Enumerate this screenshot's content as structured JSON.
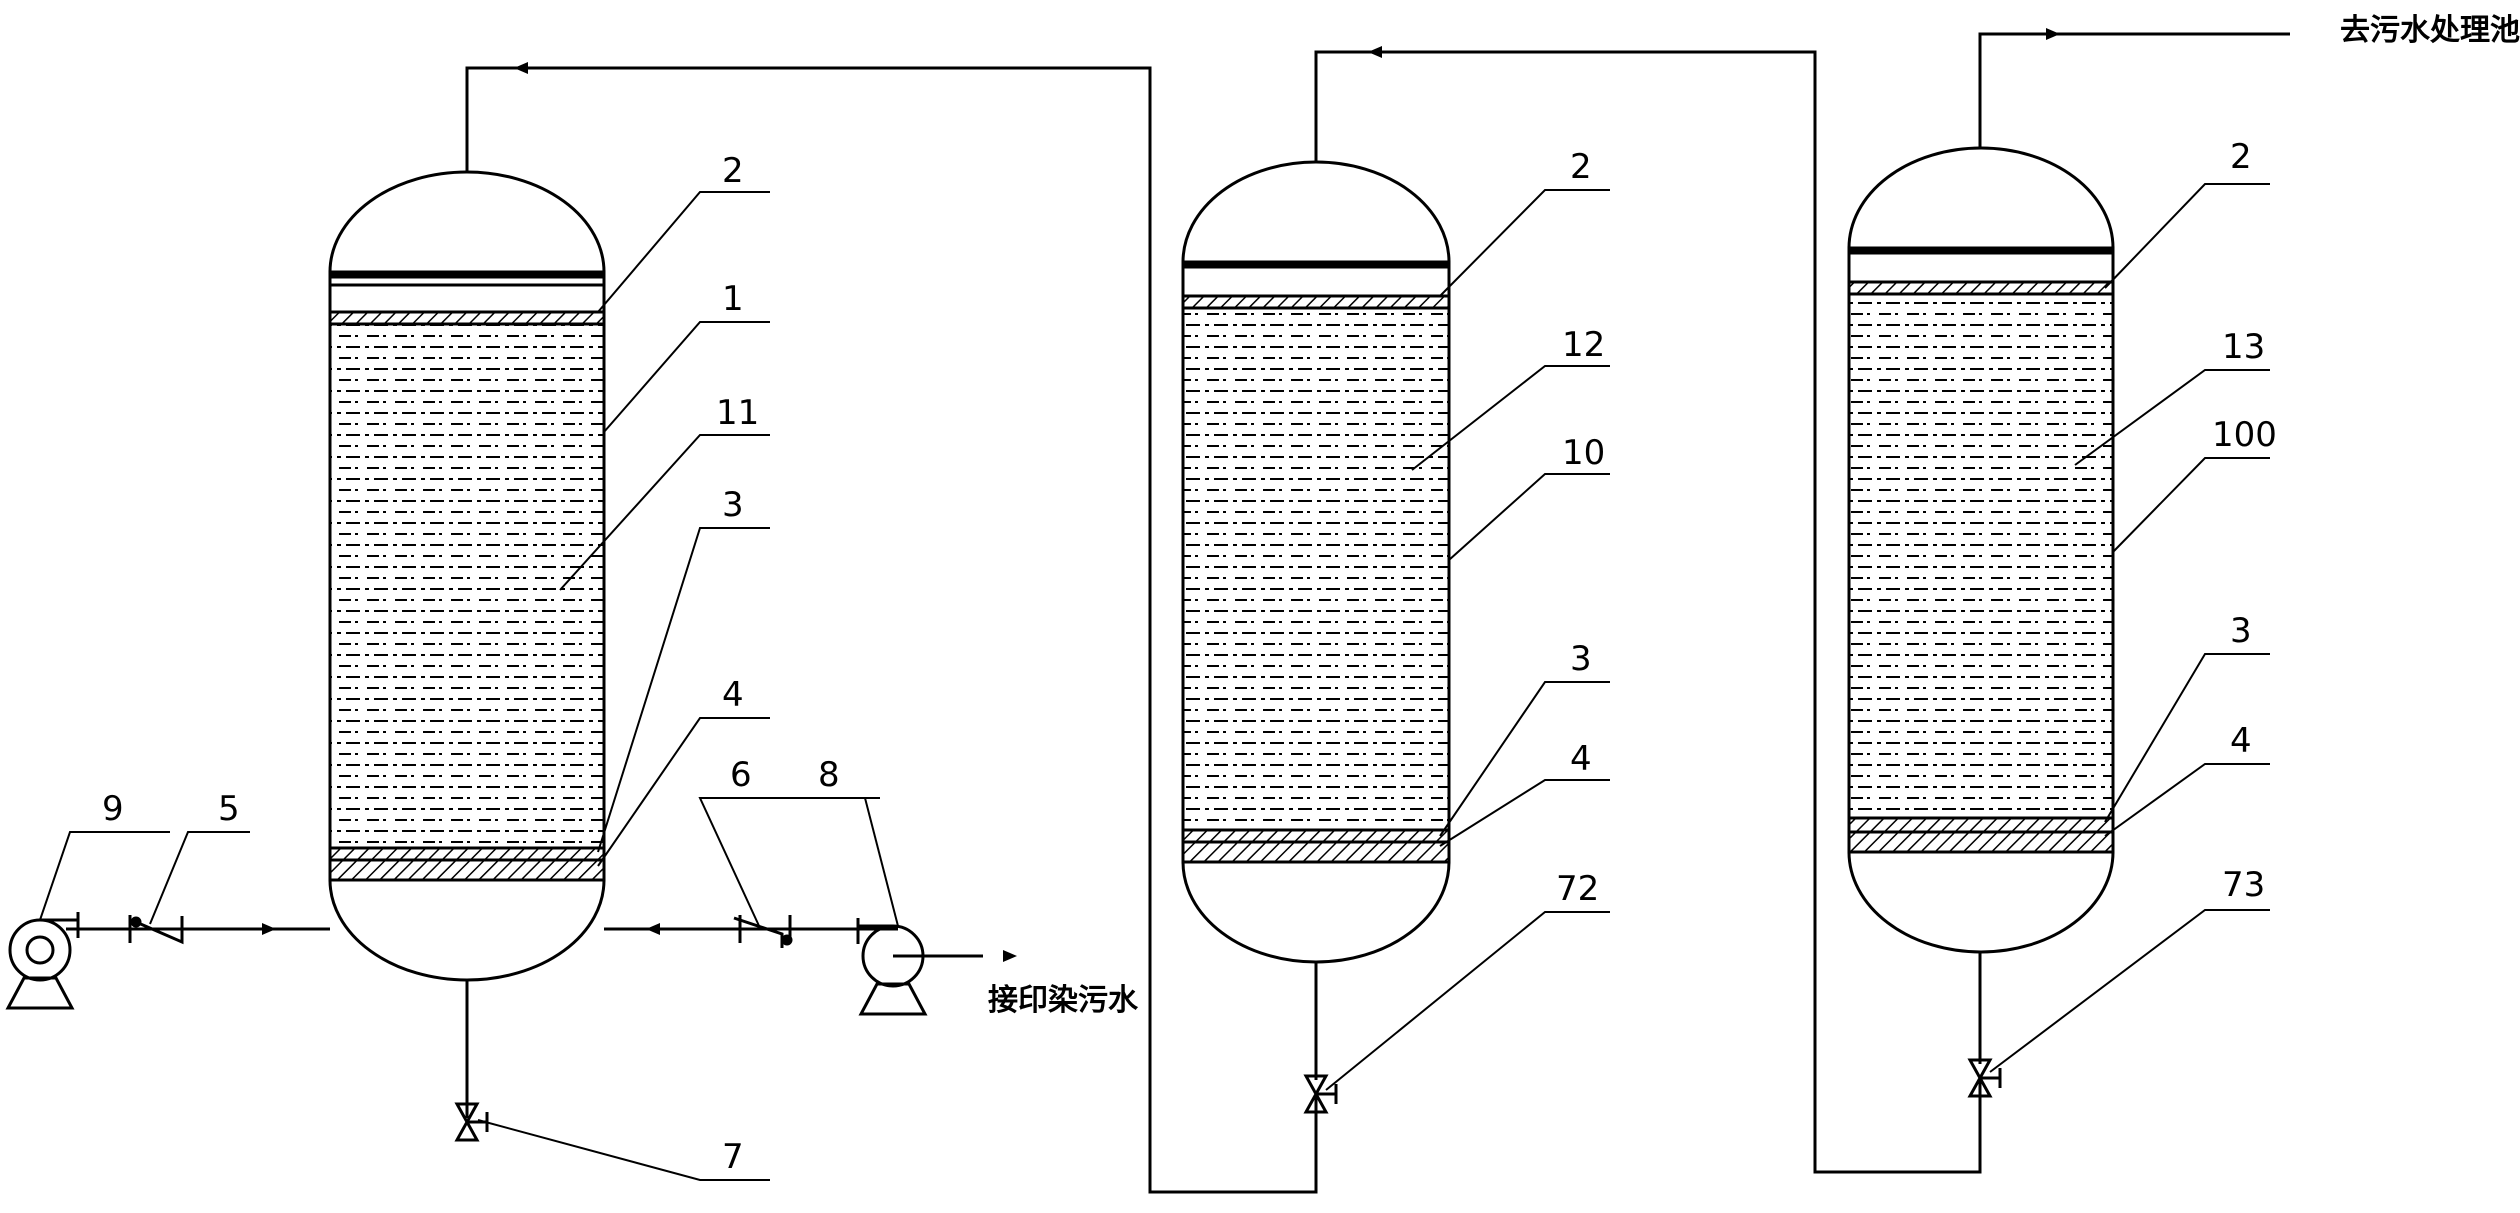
{
  "colors": {
    "ink": "#000000",
    "background": "#ffffff"
  },
  "flow_labels": {
    "inlet": "接印染污水",
    "outlet": "去污水处理池"
  },
  "reactors": [
    {
      "labels": {
        "top_plate": "2",
        "vessel": "1",
        "packing": "11",
        "support_layer": "3",
        "bottom_plate": "4",
        "valve": "7"
      }
    },
    {
      "labels": {
        "top_plate": "2",
        "vessel": "10",
        "packing": "12",
        "support_layer": "3",
        "bottom_plate": "4",
        "valve": "72"
      }
    },
    {
      "labels": {
        "top_plate": "2",
        "vessel": "100",
        "packing": "13",
        "support_layer": "3",
        "bottom_plate": "4",
        "valve": "73"
      }
    }
  ],
  "equipment_labels": {
    "pump_left": "9",
    "check_valve_left": "5",
    "check_valve_right": "6",
    "pump_right": "8"
  },
  "icons": [
    "pump-icon",
    "check-valve-icon",
    "gate-valve-icon",
    "flow-arrow-icon",
    "hatched-plate-icon",
    "packing-pattern-icon"
  ]
}
